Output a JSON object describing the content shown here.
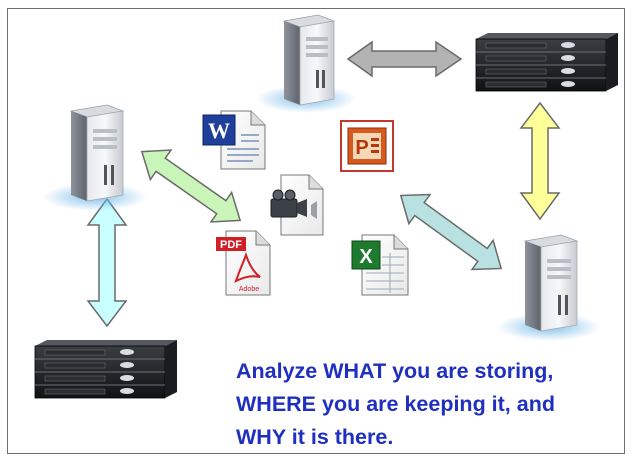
{
  "caption": {
    "line1": "Analyze WHAT you are storing,",
    "line2": "WHERE you are keeping it, and",
    "line3": "WHY it is there."
  },
  "file_icons": {
    "word_letter": "W",
    "powerpoint_letter": "P",
    "excel_letter": "X",
    "pdf_label": "PDF",
    "pdf_brand": "Adobe"
  },
  "colors": {
    "caption": "#1f2fbf",
    "arrow_gray": "#b3b3b3",
    "arrow_yellow": "#ffff9a",
    "arrow_green": "#c9f5b8",
    "arrow_teal": "#b8e2e2",
    "arrow_cyan": "#c9ffff"
  }
}
